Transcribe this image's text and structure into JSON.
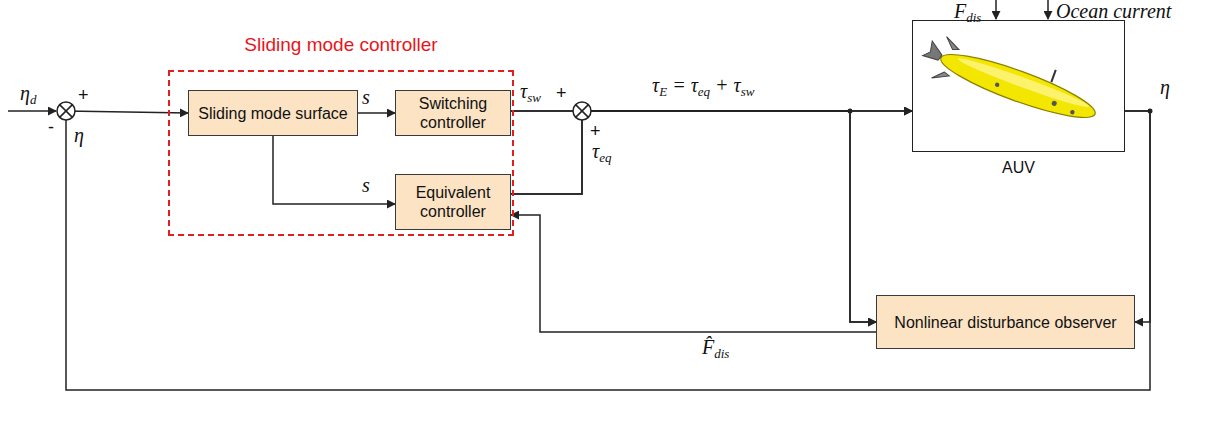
{
  "diagram": {
    "nodes": [
      {
        "text": [
          "Sliding mode controller"
        ]
      },
      {
        "text": [
          "Sliding mode surface"
        ],
        "in": 0
      },
      {
        "text": [
          "Switching controller"
        ],
        "in": 0
      },
      {
        "text": [
          "Equivalent controller"
        ],
        "in": 0
      },
      {
        "text": [
          "AUV"
        ]
      },
      {
        "text": [
          "Nonlinear disturbance observer"
        ]
      }
    ],
    "edges": [
      {
        "from": 1,
        "to": 2,
        "arrow": "to",
        "label": "s"
      },
      {
        "from": 1,
        "to": 3,
        "arrow": "to",
        "label": "s"
      },
      {
        "from": 2,
        "to": 4,
        "arrow": "to"
      },
      {
        "from": 3,
        "to": 4,
        "arrow": "to"
      },
      {
        "from": 2,
        "to": 5,
        "arrow": "to"
      },
      {
        "from": 3,
        "to": 5,
        "arrow": "to"
      },
      {
        "from": 4,
        "to": 5,
        "arrow": "to"
      },
      {
        "from": 4,
        "to": 1,
        "arrow": "to"
      },
      {
        "from": 5,
        "to": 3,
        "arrow": "to",
        "label": "F̂dis"
      }
    ],
    "labels": [
      "ηd",
      "+",
      "-",
      "η",
      "τsw",
      "+",
      "+",
      "τeq",
      "τE = τeq + τsw",
      "Fdis",
      "Ocean current",
      "η"
    ]
  }
}
